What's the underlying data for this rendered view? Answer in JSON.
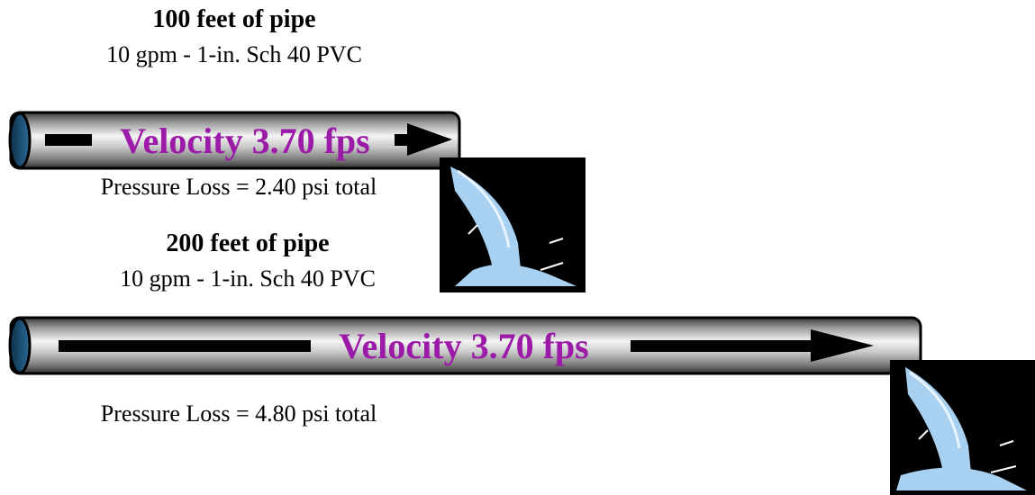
{
  "colors": {
    "velocity_text": "#9b1aa8",
    "pipe_outline": "#000000",
    "pipe_end": "#1a4a6e",
    "water": "#a8d0f0",
    "splash_background": "#000000"
  },
  "pipe_short": {
    "title": "100 feet of pipe",
    "spec": "10 gpm - 1-in. Sch 40 PVC",
    "velocity": "Velocity 3.70 fps",
    "pressure_loss": "Pressure Loss = 2.40 psi total"
  },
  "pipe_long": {
    "title": "200 feet of pipe",
    "spec": "10 gpm - 1-in. Sch 40 PVC",
    "velocity": "Velocity 3.70 fps",
    "pressure_loss": "Pressure Loss = 4.80 psi total"
  },
  "icons": [
    "water-outflow-icon",
    "water-outflow-icon",
    "arrow-right-icon"
  ]
}
